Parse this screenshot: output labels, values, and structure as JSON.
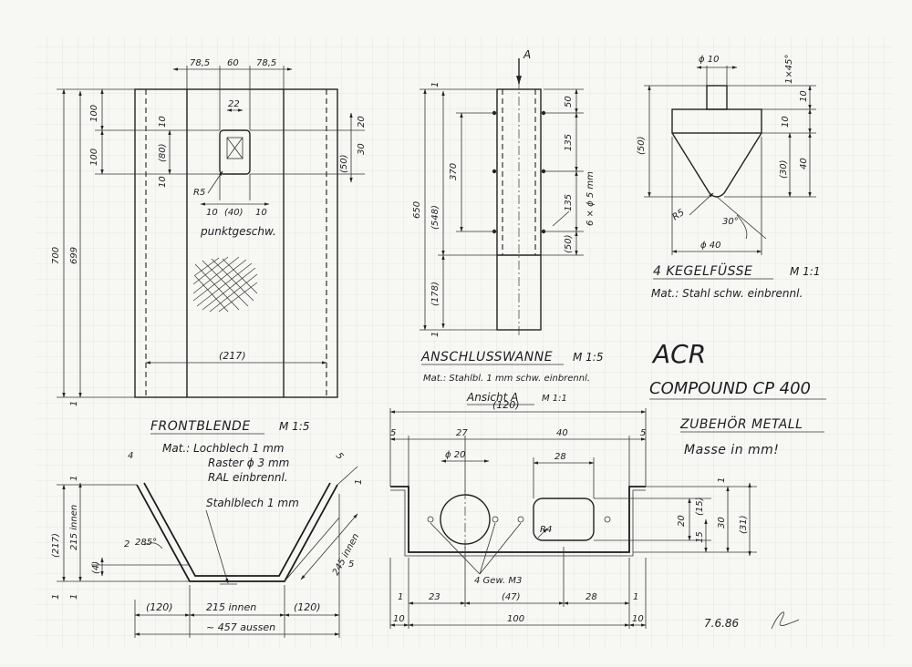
{
  "title_block": {
    "company": "ACR",
    "product": "COMPOUND CP 400",
    "category": "ZUBEHÖR METALL",
    "units_note": "Masse in mm!",
    "date": "7.6.86"
  },
  "frontblende": {
    "title": "FRONTBLENDE",
    "scale": "M 1:5",
    "material_lines": [
      "Mat.: Lochblech 1 mm",
      "Raster ϕ 3 mm",
      "RAL einbrennl."
    ],
    "weld_note": "punktgeschw.",
    "bottom_note": "Stahlblech 1 mm",
    "top_dims": [
      "78,5",
      "60",
      "78,5"
    ],
    "slot_width": "22",
    "left_dims": [
      "100",
      "100"
    ],
    "height_total": "700",
    "height_inner": "699",
    "bottom_one": "1",
    "slot_dims_v": [
      "10",
      "(80)",
      "10"
    ],
    "slot_dims_right": [
      "20",
      "(50)",
      "30"
    ],
    "slot_dims_h": [
      "10",
      "(40)",
      "10"
    ],
    "radius": "R5",
    "width_inner": "(217)",
    "section_dims": {
      "left": [
        "(217)",
        "215 innen",
        "(4)"
      ],
      "ones": [
        "1",
        "1",
        "1"
      ],
      "angle": "285°",
      "small_two": "2",
      "four": "4",
      "right_five": "5",
      "right_inner": "245 innen",
      "right_one": "1",
      "right_five_low": "5",
      "bottom": [
        "(120)",
        "215 innen",
        "(120)"
      ],
      "overall": "~ 457 aussen"
    }
  },
  "anschlusswanne": {
    "title": "ANSCHLUSSWANNE",
    "scale": "M 1:5",
    "material": "Mat.: Stahlbl. 1 mm schw. einbrennl.",
    "view_marker": "A",
    "left_dims": [
      "1",
      "650",
      "(548)",
      "370",
      "(178)",
      "1"
    ],
    "right_dims": [
      "50",
      "135",
      "135",
      "(50)"
    ],
    "hole_note": "6 × ϕ 5 mm"
  },
  "ansicht_a": {
    "title": "Ansicht A",
    "scale": "M 1:1",
    "width_total": "(120)",
    "top_dims": [
      "5",
      "27",
      "40",
      "5"
    ],
    "hole_dia": "ϕ 20",
    "slot_width": "28",
    "radius": "R4",
    "thread_note": "4 Gew. M3",
    "right_dims": [
      "1",
      "20",
      "15",
      "(15)",
      "30",
      "(31)"
    ],
    "bottom_dims": [
      "1",
      "23",
      "(47)",
      "28",
      "1"
    ],
    "base_dims": [
      "10",
      "100",
      "10"
    ]
  },
  "kegelfuesse": {
    "title": "4 KEGELFÜSSE",
    "scale": "M 1:1",
    "material": "Mat.: Stahl schw. einbrennl.",
    "top_dia": "ϕ 10",
    "chamfer": "1×45°",
    "right_dims": [
      "10",
      "10",
      "40"
    ],
    "left_dim": "(50)",
    "mid_dim": "(30)",
    "radius": "R5",
    "angle": "30°",
    "base_dia": "ϕ 40"
  }
}
